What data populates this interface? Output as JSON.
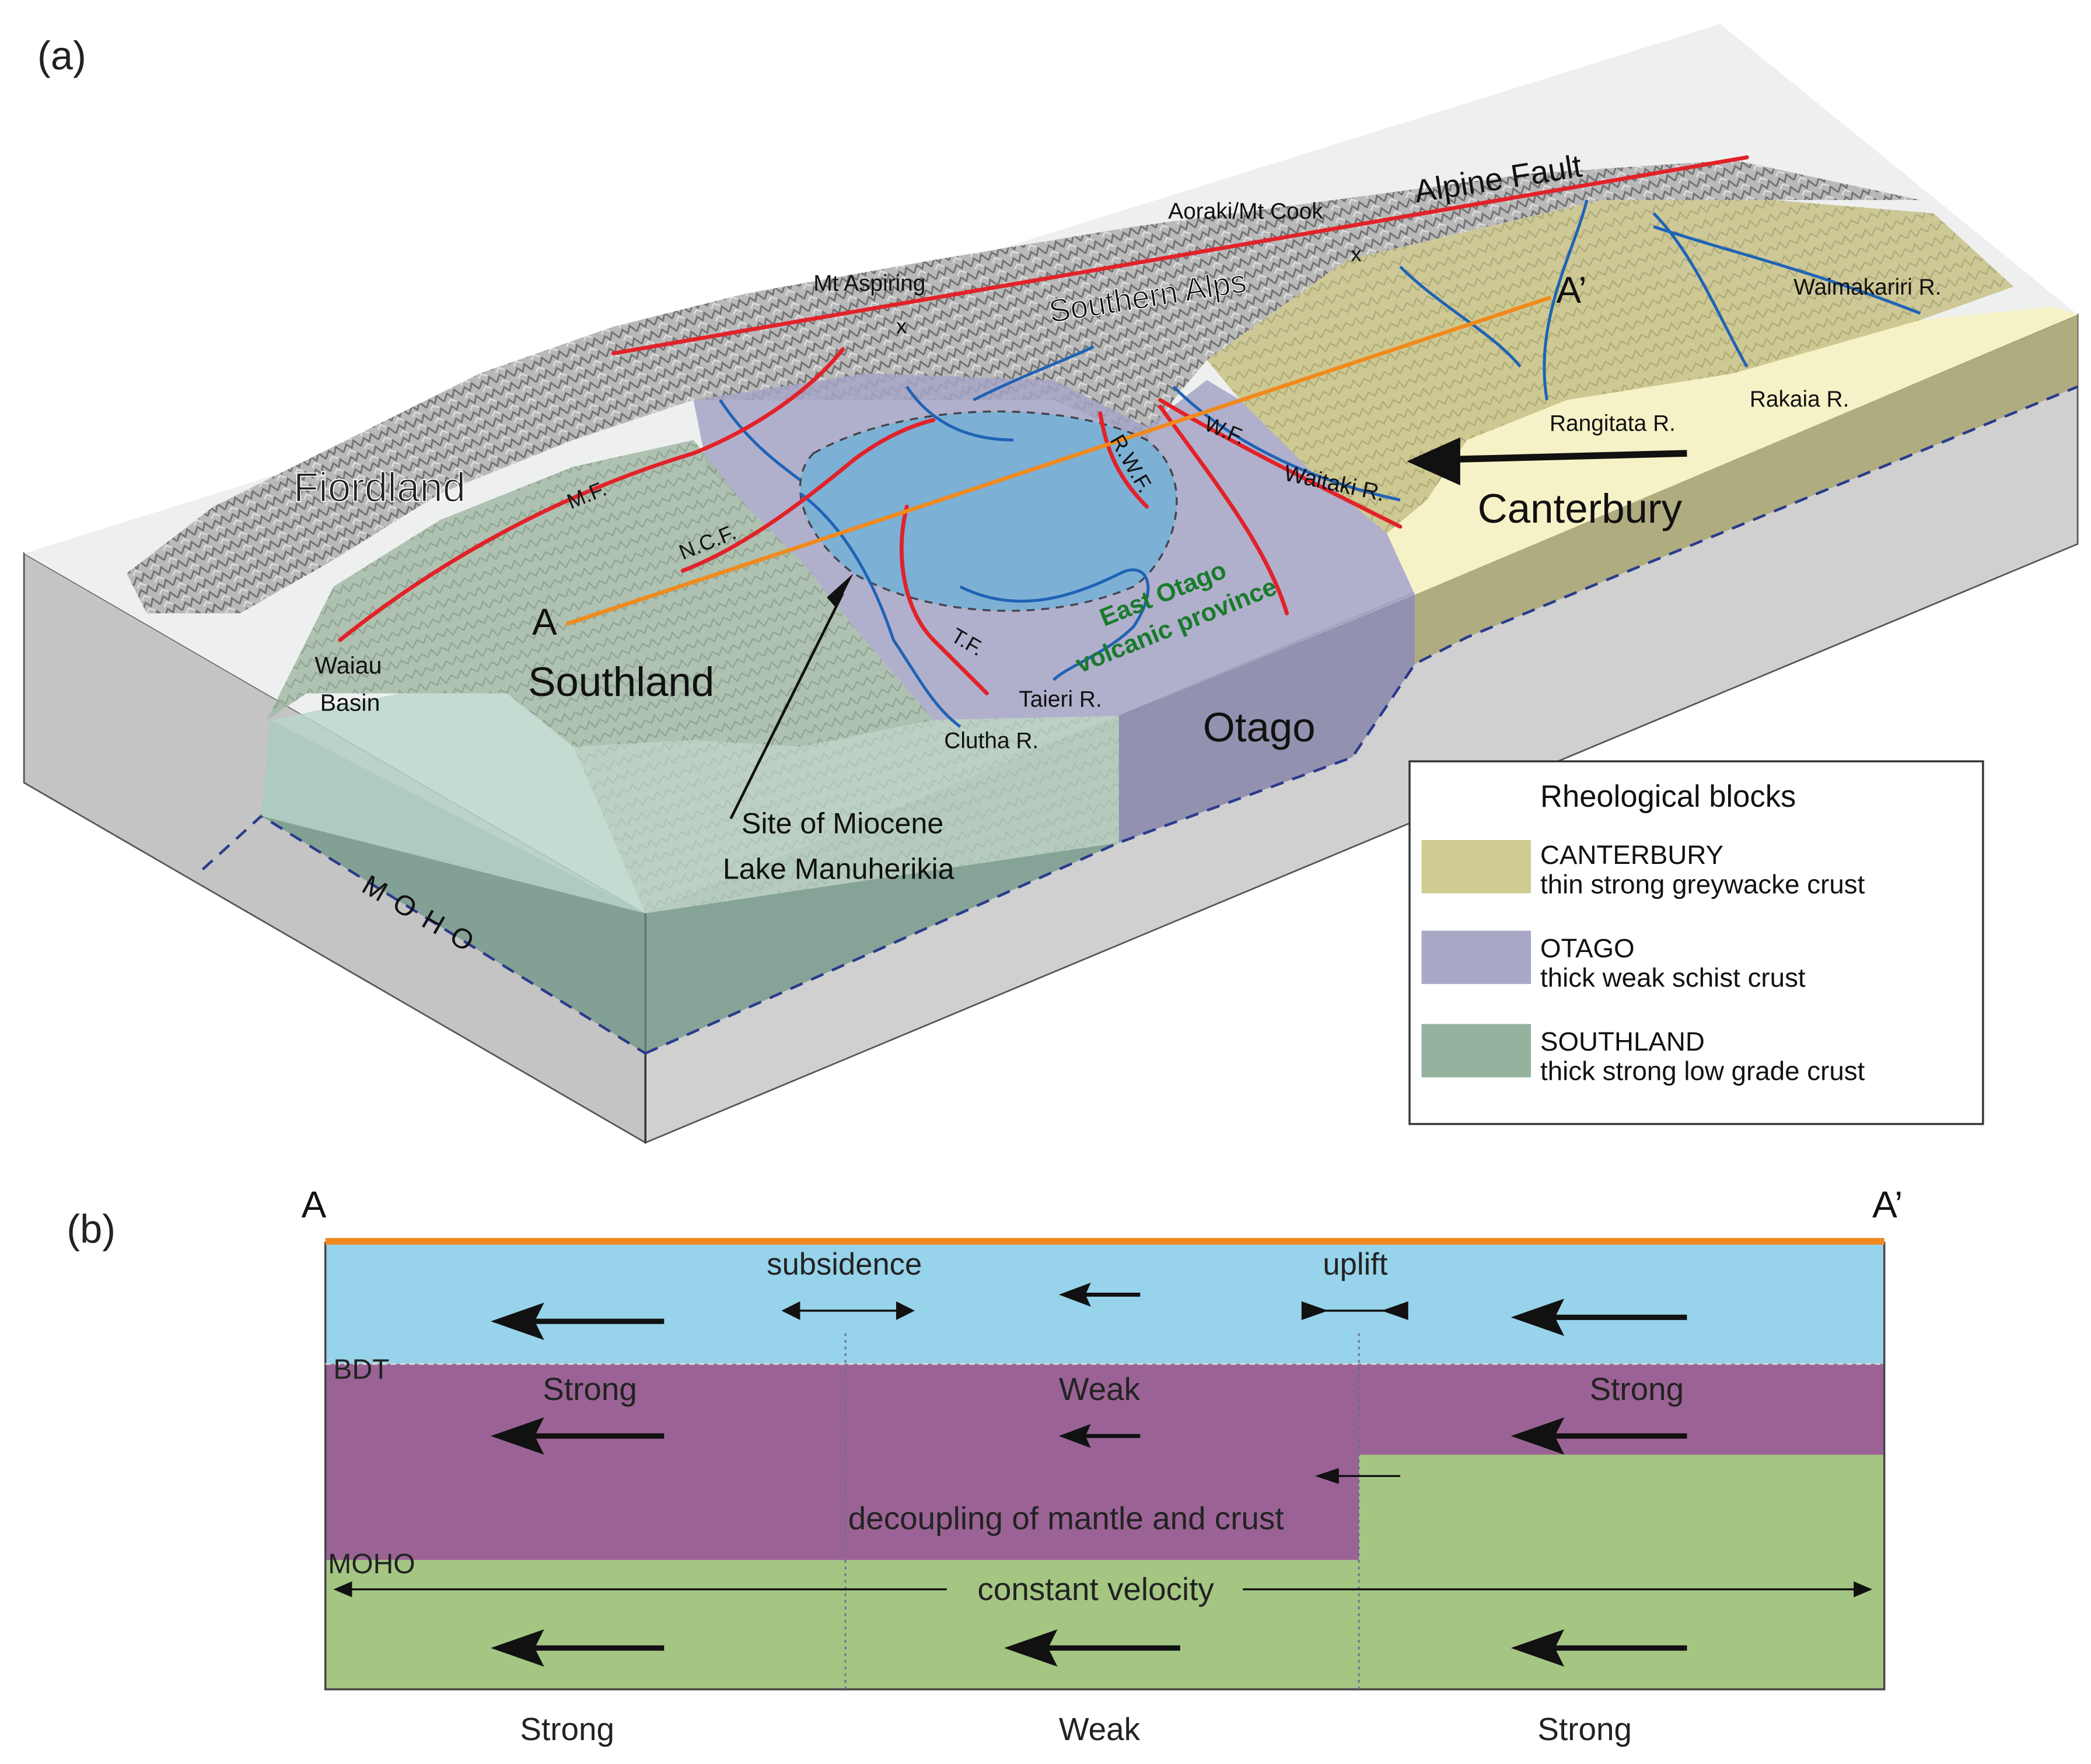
{
  "panel_a": {
    "label": "(a)",
    "faults": {
      "alpine": "Alpine Fault",
      "mf": "M.F.",
      "ncf": "N.C.F.",
      "rwf": "R.W.F.",
      "wf": "W.F.",
      "tf": "T.F."
    },
    "places": {
      "mt_cook": "Aoraki/Mt Cook",
      "mt_aspiring": "Mt Aspiring",
      "southern_alps": "Southern Alps",
      "fiordland": "Fiordland",
      "southland": "Southland",
      "otago": "Otago",
      "canterbury": "Canterbury",
      "waiau_line1": "Waiau",
      "waiau_line2": "Basin",
      "volcanic_line1": "East Otago",
      "volcanic_line2": "volcanic province",
      "moho": "MOHO"
    },
    "rivers": {
      "waimakariri": "Waimakariri R.",
      "rakaia": "Rakaia R.",
      "rangitata": "Rangitata R.",
      "waitaki": "Waitaki R.",
      "taieri": "Taieri R.",
      "clutha": "Clutha R."
    },
    "section": {
      "start": "A",
      "end": "A’"
    },
    "lake_line1": "Site of Miocene",
    "lake_line2": "Lake Manuherikia",
    "legend": {
      "title": "Rheological blocks",
      "items": [
        {
          "name": "CANTERBURY",
          "desc": "thin strong greywacke crust",
          "color": "#cfcc92"
        },
        {
          "name": "OTAGO",
          "desc": "thick weak schist crust",
          "color": "#a9a7c6"
        },
        {
          "name": "SOUTHLAND",
          "desc": "thick strong low grade crust",
          "color": "#95b29f"
        }
      ]
    }
  },
  "panel_b": {
    "label": "(b)",
    "a_label": "A",
    "a_prime_label": "A’",
    "subsidence": "subsidence",
    "uplift": "uplift",
    "bdt": "BDT",
    "moho": "MOHO",
    "crust_strengths": [
      "Strong",
      "Weak",
      "Strong"
    ],
    "decoupling": "decoupling of mantle and crust",
    "constant_velocity": "constant velocity",
    "bottom_strengths": [
      "Strong",
      "Weak",
      "Strong"
    ]
  },
  "colors": {
    "upper_crust": "#97d3ea",
    "lower_crust": "#9b6395",
    "mantle": "#a4c682",
    "section_line": "#f08a1e",
    "fault": "#e22229",
    "river": "#1f63b6",
    "lake": "#6cb0d8",
    "volcanic_text": "#1a7a2c"
  }
}
